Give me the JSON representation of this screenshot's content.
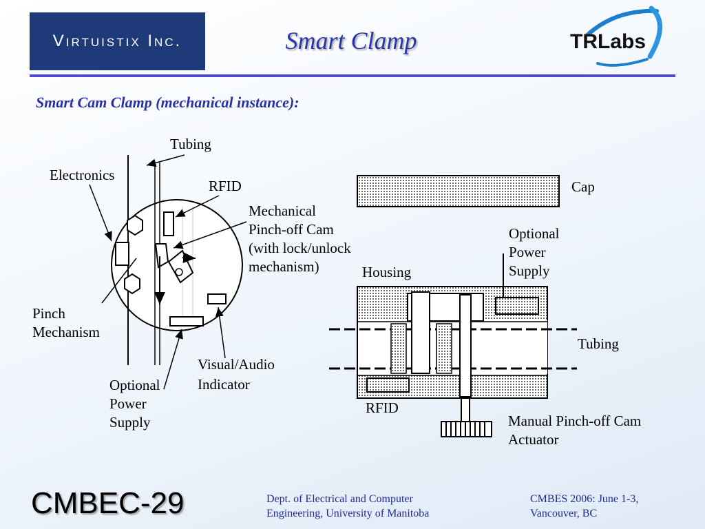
{
  "header": {
    "logo_left": "Virtuistix Inc.",
    "title": "Smart Clamp",
    "logo_right": "TRLabs"
  },
  "subtitle": "Smart Cam Clamp (mechanical instance):",
  "left_diagram": {
    "labels": {
      "tubing": "Tubing",
      "electronics": "Electronics",
      "rfid": "RFID",
      "cam": "Mechanical\nPinch-off Cam\n(with lock/unlock\nmechanism)",
      "pinch": "Pinch\nMechanism",
      "power": "Optional\nPower\nSupply",
      "indicator": "Visual/Audio\nIndicator"
    }
  },
  "right_diagram": {
    "labels": {
      "cap": "Cap",
      "power": "Optional\nPower\nSupply",
      "housing": "Housing",
      "tubing": "Tubing",
      "rfid": "RFID",
      "actuator": "Manual Pinch-off Cam\nActuator"
    }
  },
  "footer": {
    "left": "CMBEC-29",
    "mid": "Dept. of Electrical and Computer\nEngineering, University of Manitoba",
    "right": "CMBES 2006: June 1-3,\nVancouver, BC"
  },
  "colors": {
    "title": "#2b35a8",
    "logo_bg": "#1f3a78",
    "rule": "#4f4ad0",
    "footer_text": "#1f2a90"
  }
}
